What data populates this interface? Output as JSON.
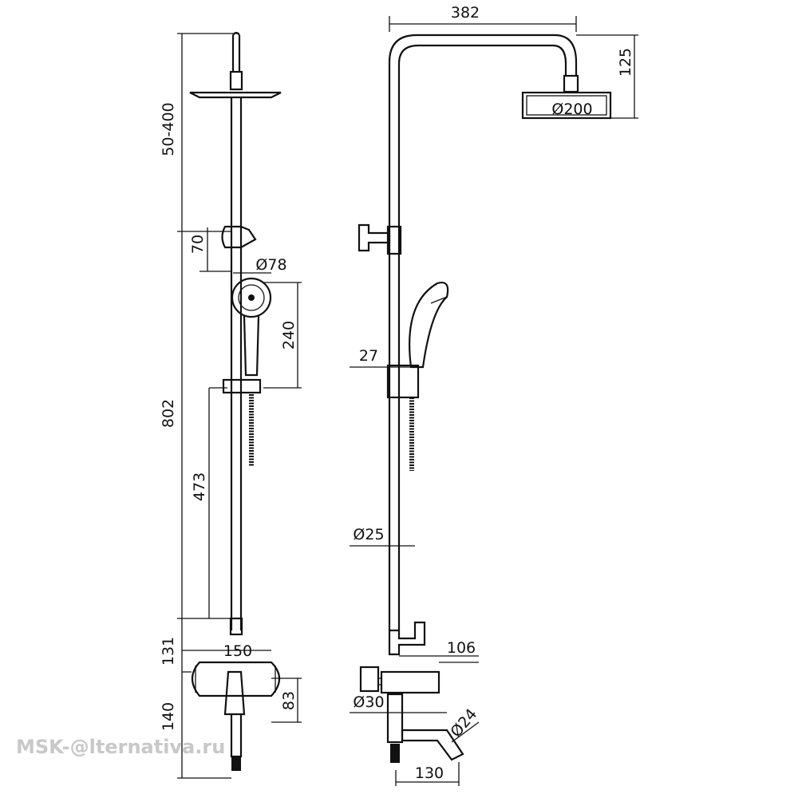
{
  "dimensions": {
    "width": "382",
    "arm_height": "125",
    "head_diameter": "Ø200",
    "adjust_range": "50-400",
    "bracket": "70",
    "hand_diameter": "Ø78",
    "hand_length": "240",
    "pipe_offset": "27",
    "total_height": "802",
    "holder_height": "473",
    "pipe_diameter": "Ø25",
    "mixer_height": "131",
    "mixer_width": "150",
    "mixer_depth": "106",
    "outlet_diameter": "Ø30",
    "body_height": "140",
    "spout_height": "83",
    "spout_diameter": "Ø24",
    "spout_reach": "130"
  },
  "watermark": {
    "text": "MSK-@lternativa.ru"
  }
}
